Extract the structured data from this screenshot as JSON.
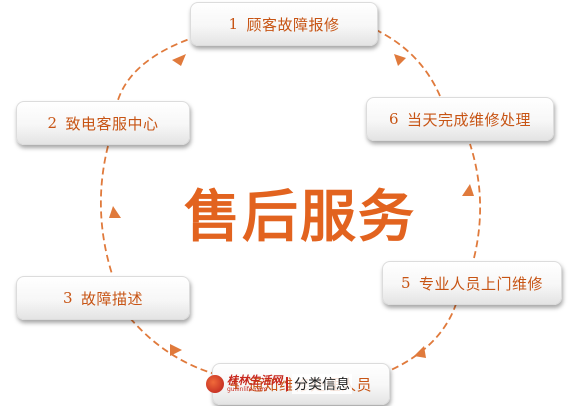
{
  "title": "售后服务",
  "steps": [
    {
      "num": "1",
      "label": "顾客故障报修"
    },
    {
      "num": "2",
      "label": "致电客服中心"
    },
    {
      "num": "3",
      "label": "故障描述"
    },
    {
      "num": "4",
      "label": "通知维修处理人员"
    },
    {
      "num": "5",
      "label": "专业人员上门维修"
    },
    {
      "num": "6",
      "label": "当天完成维修处理"
    }
  ],
  "watermark": {
    "brand": "桂林生活网",
    "domain": "guilinlife.com",
    "section": "分类信息"
  },
  "colors": {
    "accent": "#e2631f",
    "step_text": "#c75414",
    "arc": "#e07a3c"
  }
}
